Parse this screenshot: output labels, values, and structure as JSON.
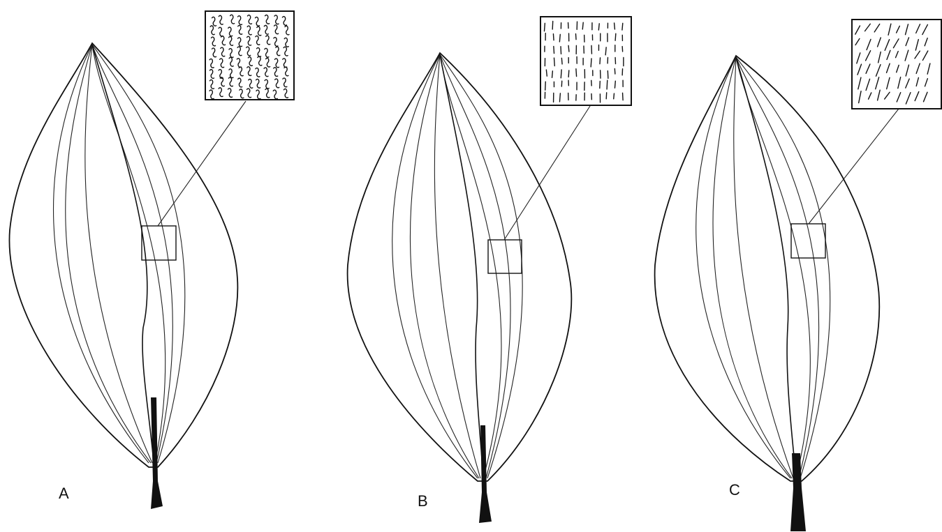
{
  "figure": {
    "panels": [
      {
        "id": "A",
        "label": "A",
        "texture": "wavy-squiggles"
      },
      {
        "id": "B",
        "label": "B",
        "texture": "vertical-dashes"
      },
      {
        "id": "C",
        "label": "C",
        "texture": "oblique-strokes"
      }
    ]
  }
}
